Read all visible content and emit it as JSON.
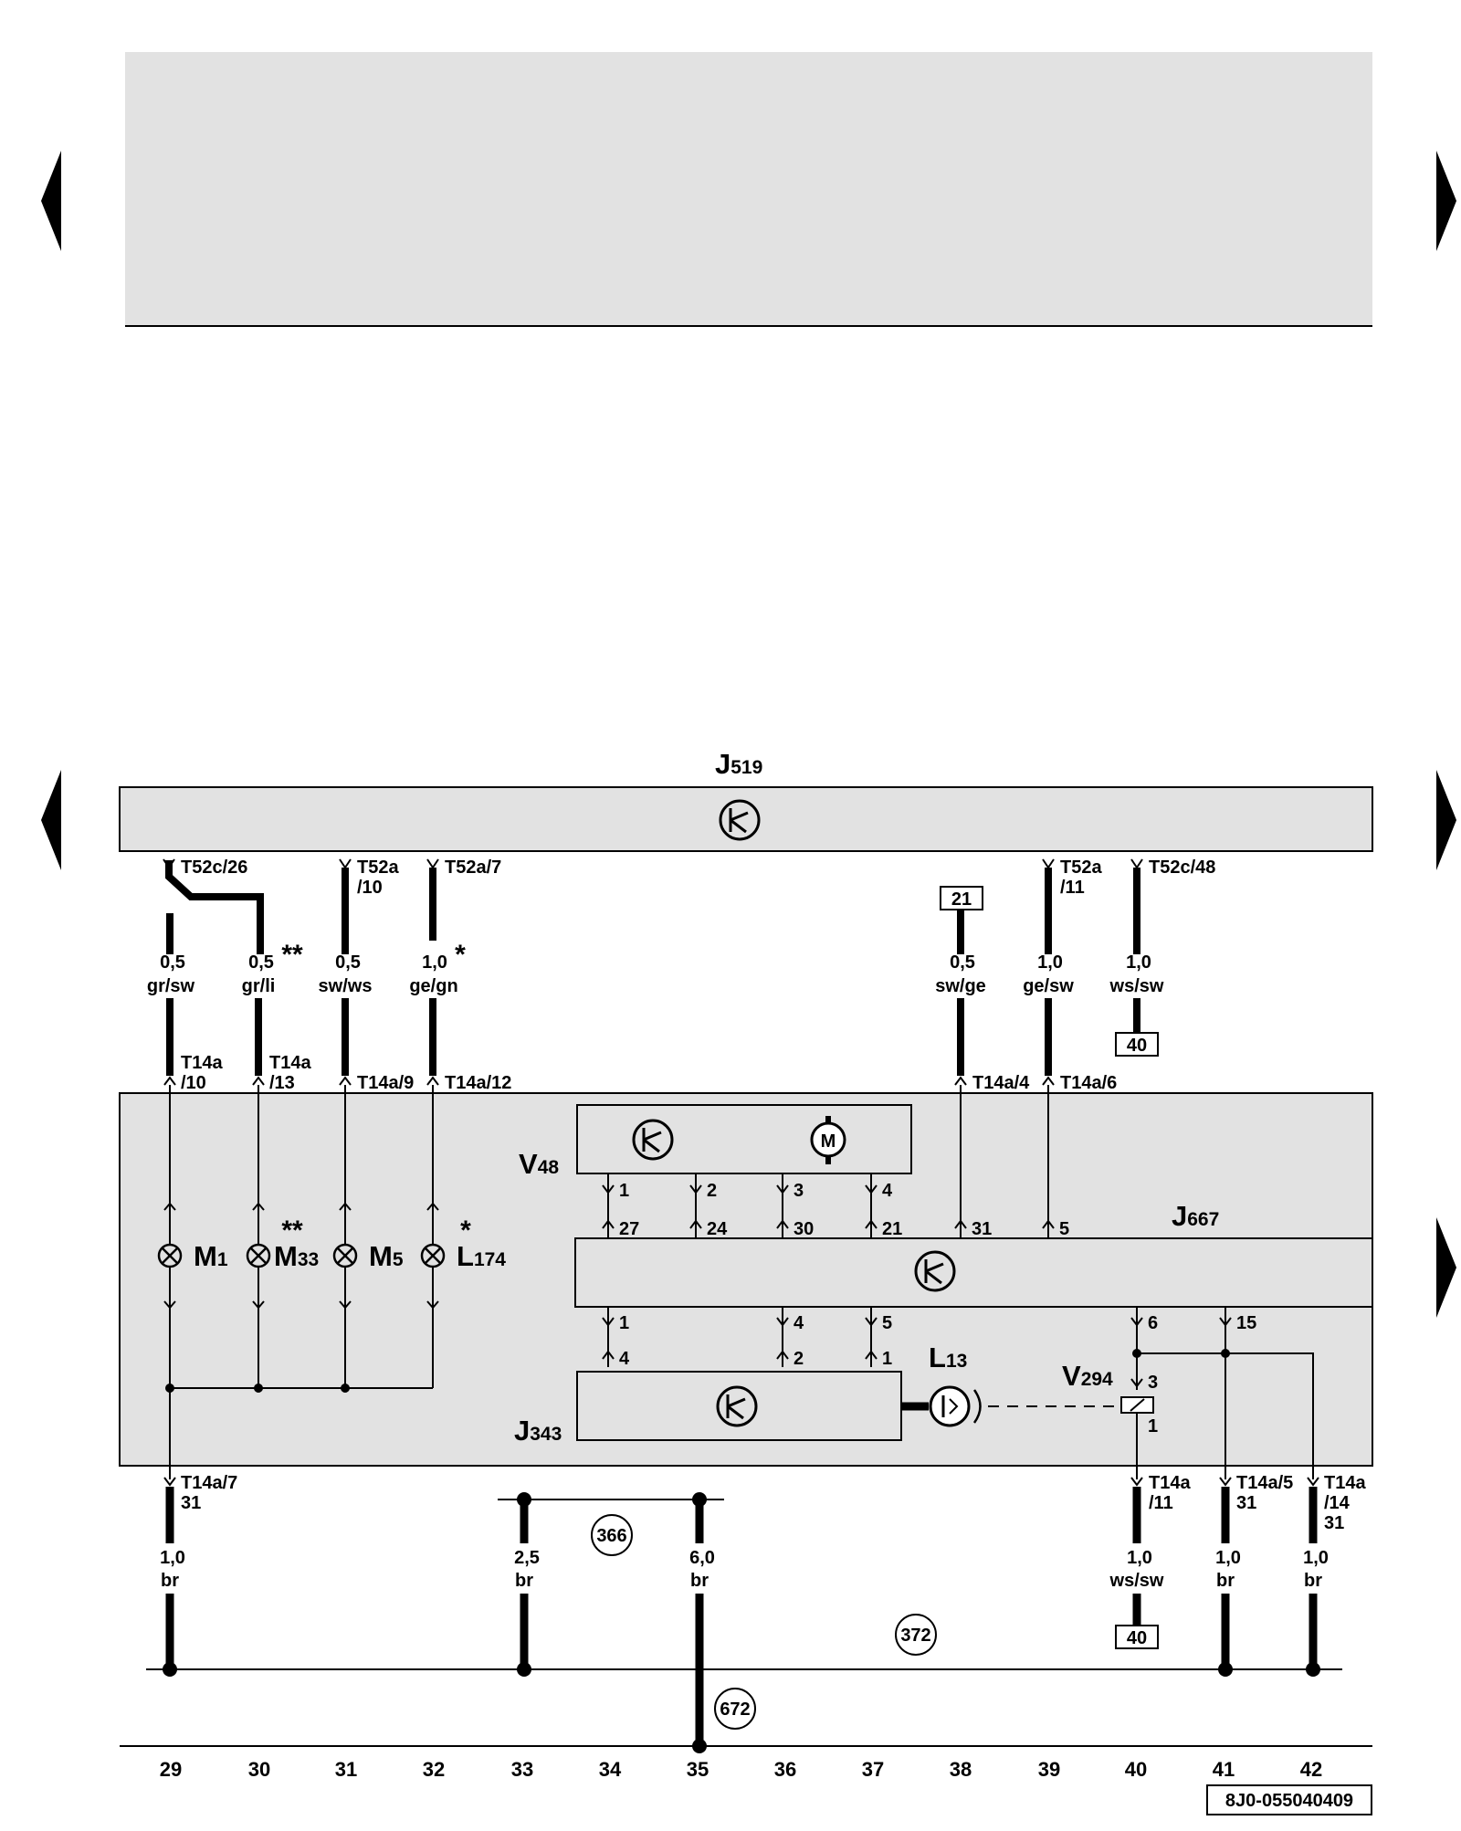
{
  "components": {
    "j519": {
      "letter": "J",
      "sub": "519"
    },
    "j667": {
      "letter": "J",
      "sub": "667"
    },
    "j343": {
      "letter": "J",
      "sub": "343"
    },
    "v48": {
      "letter": "V",
      "sub": "48"
    },
    "v294": {
      "letter": "V",
      "sub": "294"
    },
    "l13": {
      "letter": "L",
      "sub": "13"
    },
    "m1": {
      "letter": "M",
      "sub": "1"
    },
    "m33": {
      "letter": "M",
      "sub": "33",
      "mark": "**"
    },
    "m5": {
      "letter": "M",
      "sub": "5"
    },
    "l174": {
      "letter": "L",
      "sub": "174",
      "mark": "*"
    },
    "motor_symbol": "M"
  },
  "connectors_top": {
    "t52c26": "T52c/26",
    "t52a10_a": "T52a",
    "t52a10_b": "/10",
    "t52a7": "T52a/7",
    "t52a11_a": "T52a",
    "t52a11_b": "/11",
    "t52c48": "T52c/48"
  },
  "connectors_mid": {
    "t14a10_a": "T14a",
    "t14a10_b": "/10",
    "t14a13_a": "T14a",
    "t14a13_b": "/13",
    "t14a9": "T14a/9",
    "t14a12": "T14a/12",
    "t14a4": "T14a/4",
    "t14a6": "T14a/6"
  },
  "connectors_bottom": {
    "t14a7_a": "T14a/7",
    "t14a7_b": "31",
    "t14a11_a": "T14a",
    "t14a11_b": "/11",
    "t14a5_a": "T14a/5",
    "t14a5_b": "31",
    "t14a14_a": "T14a",
    "t14a14_b": "/14",
    "t14a14_c": "31"
  },
  "wires_top": [
    {
      "size": "0,5",
      "color": "gr/sw",
      "mark": ""
    },
    {
      "size": "0,5",
      "color": "gr/li",
      "mark": "**"
    },
    {
      "size": "0,5",
      "color": "sw/ws",
      "mark": ""
    },
    {
      "size": "1,0",
      "color": "ge/gn",
      "mark": "*"
    },
    {
      "size": "0,5",
      "color": "sw/ge",
      "mark": ""
    },
    {
      "size": "1,0",
      "color": "ge/sw",
      "mark": ""
    },
    {
      "size": "1,0",
      "color": "ws/sw",
      "mark": ""
    }
  ],
  "wires_bottom": [
    {
      "size": "1,0",
      "color": "br"
    },
    {
      "size": "2,5",
      "color": "br"
    },
    {
      "size": "6,0",
      "color": "br"
    },
    {
      "size": "1,0",
      "color": "ws/sw"
    },
    {
      "size": "1,0",
      "color": "br"
    },
    {
      "size": "1,0",
      "color": "br"
    }
  ],
  "pins_v48": [
    "1",
    "2",
    "3",
    "4"
  ],
  "pins_j667_top": [
    "27",
    "24",
    "30",
    "21",
    "31",
    "5"
  ],
  "pins_j667_bottom": [
    "1",
    "4",
    "5",
    "6",
    "15"
  ],
  "pins_j343": [
    "4",
    "2",
    "1"
  ],
  "pins_v294": [
    "3",
    "1"
  ],
  "refs": {
    "box_21": "21",
    "box_40_top": "40",
    "box_40_bottom": "40",
    "circle_366": "366",
    "circle_372": "372",
    "circle_672": "672"
  },
  "track_numbers": [
    "29",
    "30",
    "31",
    "32",
    "33",
    "34",
    "35",
    "36",
    "37",
    "38",
    "39",
    "40",
    "41",
    "42"
  ],
  "doc_code": "8J0-055040409",
  "colors": {
    "panel": "#e2e2e2",
    "ink": "#000000"
  }
}
